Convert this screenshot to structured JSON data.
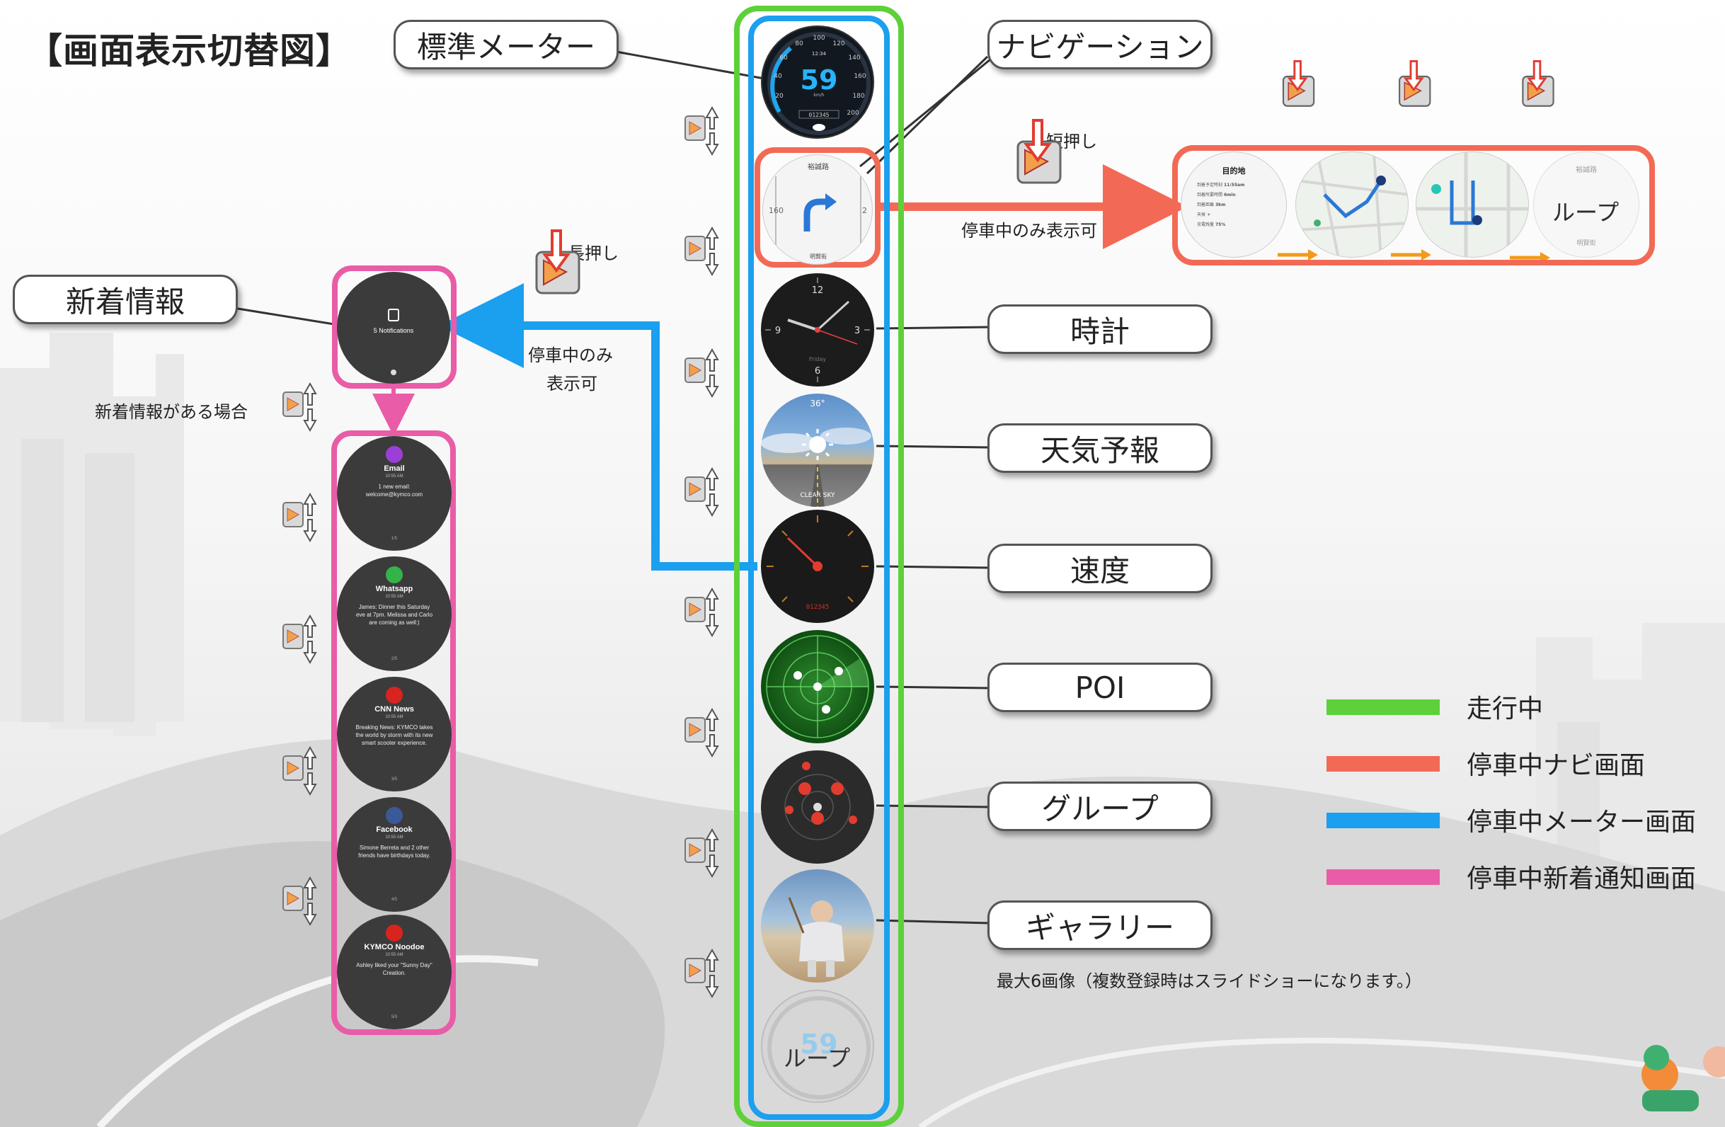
{
  "title": "【画面表示切替図】",
  "callouts": {
    "standard_meter": "標準メーター",
    "navigation": "ナビゲーション",
    "new_info": "新着情報",
    "clock": "時計",
    "weather": "天気予報",
    "speed": "速度",
    "poi": "POI",
    "group": "グループ",
    "gallery": "ギャラリー"
  },
  "labels": {
    "short_press": "短押し",
    "long_press": "長押し",
    "nav_parked_only": "停車中のみ表示可",
    "parked_only_line1": "停車中のみ",
    "parked_only_line2": "表示可",
    "if_new_info": "新着情報がある場合",
    "gallery_note": "最大6画像（複数登録時はスライドショーになります。）",
    "loop": "ループ",
    "loop_bottom": "ループ"
  },
  "legend": [
    {
      "label": "走行中",
      "color": "#5ed03a"
    },
    {
      "label": "停車中ナビ画面",
      "color": "#f26a55"
    },
    {
      "label": "停車中メーター画面",
      "color": "#1b9fef"
    },
    {
      "label": "停車中新着通知画面",
      "color": "#e95ca7"
    }
  ],
  "meter": {
    "speed": "59",
    "unit": "km/h",
    "odo": "012345",
    "time": "12:34",
    "ticks": [
      "20",
      "40",
      "60",
      "80",
      "100",
      "120",
      "140",
      "160",
      "180",
      "200"
    ]
  },
  "nav_screen": {
    "street_top": "裕誠路",
    "street_bottom": "明賢街",
    "left_num": "160",
    "right_num": "2"
  },
  "nav_detail": {
    "title": "目的地",
    "rows": [
      {
        "k": "到着予定時刻",
        "v": "11:55am"
      },
      {
        "k": "到着所要時間",
        "v": "6min"
      },
      {
        "k": "到着距離",
        "v": "3km"
      },
      {
        "k": "天候",
        "v": "☀"
      },
      {
        "k": "充電残量",
        "v": "75%"
      }
    ],
    "loop_top": "裕誠路",
    "loop_bottom": "明賢街"
  },
  "clock": {
    "day": "Friday",
    "n12": "12",
    "n3": "3",
    "n6": "6",
    "n9": "9"
  },
  "weather": {
    "temp": "36°",
    "condition": "CLEAR SKY"
  },
  "speed_dial": {
    "odo": "012345"
  },
  "notifications_summary": "5 Notifications",
  "notifications": [
    {
      "app": "Email",
      "time": "10:55 AM",
      "body": "1 new email: welcome@kymco.com",
      "page": "1/5",
      "color": "#9b3fd8"
    },
    {
      "app": "Whatsapp",
      "time": "10:55 AM",
      "body": "James: Dinner this Saturday eve at 7pm. Melissa and Carlo are coming as well:)",
      "page": "2/5",
      "color": "#33b34a"
    },
    {
      "app": "CNN News",
      "time": "10:55 AM",
      "body": "Breaking News: KYMCO takes the world by storm with its new smart scooter experience.",
      "page": "3/5",
      "color": "#d8231e"
    },
    {
      "app": "Facebook",
      "time": "10:55 AM",
      "body": "Simone Berreta and 2 other friends have birthdays today.",
      "page": "4/5",
      "color": "#3b5998"
    },
    {
      "app": "KYMCO Noodoe",
      "time": "10:55 AM",
      "body": "Ashley liked your \"Sunny Day\" Creation.",
      "page": "5/5",
      "color": "#d8231e"
    }
  ]
}
